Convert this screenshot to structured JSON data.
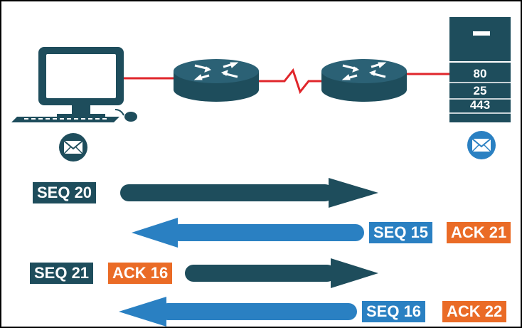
{
  "colors": {
    "dark_teal": "#1e4d5c",
    "blue": "#2a80c2",
    "orange": "#ea6b26",
    "link_red": "#e0262b"
  },
  "icons": {
    "client": "computer-icon",
    "router_1": "router-icon",
    "router_2": "router-icon",
    "server": "server-icon",
    "client_mail": "envelope-icon",
    "server_mail": "envelope-icon"
  },
  "server": {
    "ports": [
      "80",
      "25",
      "443"
    ]
  },
  "exchanges": [
    {
      "direction": "client-to-server",
      "seq": "SEQ 20",
      "ack": ""
    },
    {
      "direction": "server-to-client",
      "seq": "SEQ 15",
      "ack": "ACK 21"
    },
    {
      "direction": "client-to-server",
      "seq": "SEQ 21",
      "ack": "ACK 16"
    },
    {
      "direction": "server-to-client",
      "seq": "SEQ 16",
      "ack": "ACK 22"
    }
  ]
}
